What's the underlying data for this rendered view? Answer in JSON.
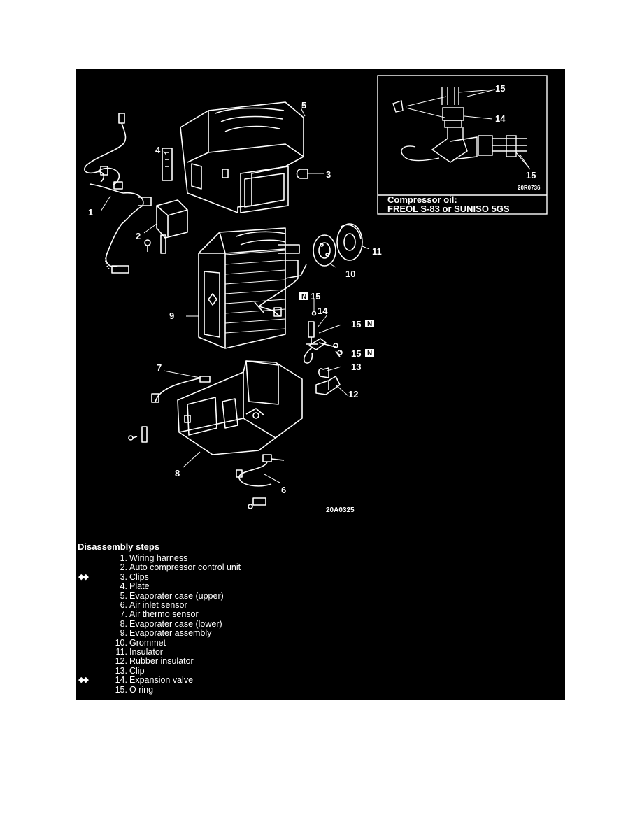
{
  "diagram": {
    "figure_code": "20A0325",
    "callouts": [
      "1",
      "2",
      "3",
      "4",
      "5",
      "6",
      "7",
      "8",
      "9",
      "10",
      "11",
      "12",
      "13",
      "14",
      "15",
      "15",
      "15"
    ],
    "new_part_badge": "N"
  },
  "inset": {
    "figure_code": "20R0736",
    "callouts": [
      "15",
      "14",
      "15"
    ],
    "note_line1": "Compressor oil:",
    "note_line2": "FREOL S-83 or SUNISO 5GS"
  },
  "steps": {
    "title": "Disassembly steps",
    "items": [
      {
        "num": "1.",
        "name": "Wiring harness",
        "mark": ""
      },
      {
        "num": "2.",
        "name": "Auto compressor control unit",
        "mark": ""
      },
      {
        "num": "3.",
        "name": "Clips",
        "mark": "◆◆"
      },
      {
        "num": "4.",
        "name": "Plate",
        "mark": ""
      },
      {
        "num": "5.",
        "name": "Evaporater case (upper)",
        "mark": ""
      },
      {
        "num": "6.",
        "name": "Air inlet sensor",
        "mark": ""
      },
      {
        "num": "7.",
        "name": "Air thermo sensor",
        "mark": ""
      },
      {
        "num": "8.",
        "name": "Evaporater case (lower)",
        "mark": ""
      },
      {
        "num": "9.",
        "name": "Evaporater assembly",
        "mark": ""
      },
      {
        "num": "10.",
        "name": "Grommet",
        "mark": ""
      },
      {
        "num": "11.",
        "name": "Insulator",
        "mark": ""
      },
      {
        "num": "12.",
        "name": "Rubber insulator",
        "mark": ""
      },
      {
        "num": "13.",
        "name": "Clip",
        "mark": ""
      },
      {
        "num": "14.",
        "name": "Expansion valve",
        "mark": "◆◆"
      },
      {
        "num": "15.",
        "name": "O ring",
        "mark": ""
      }
    ]
  }
}
